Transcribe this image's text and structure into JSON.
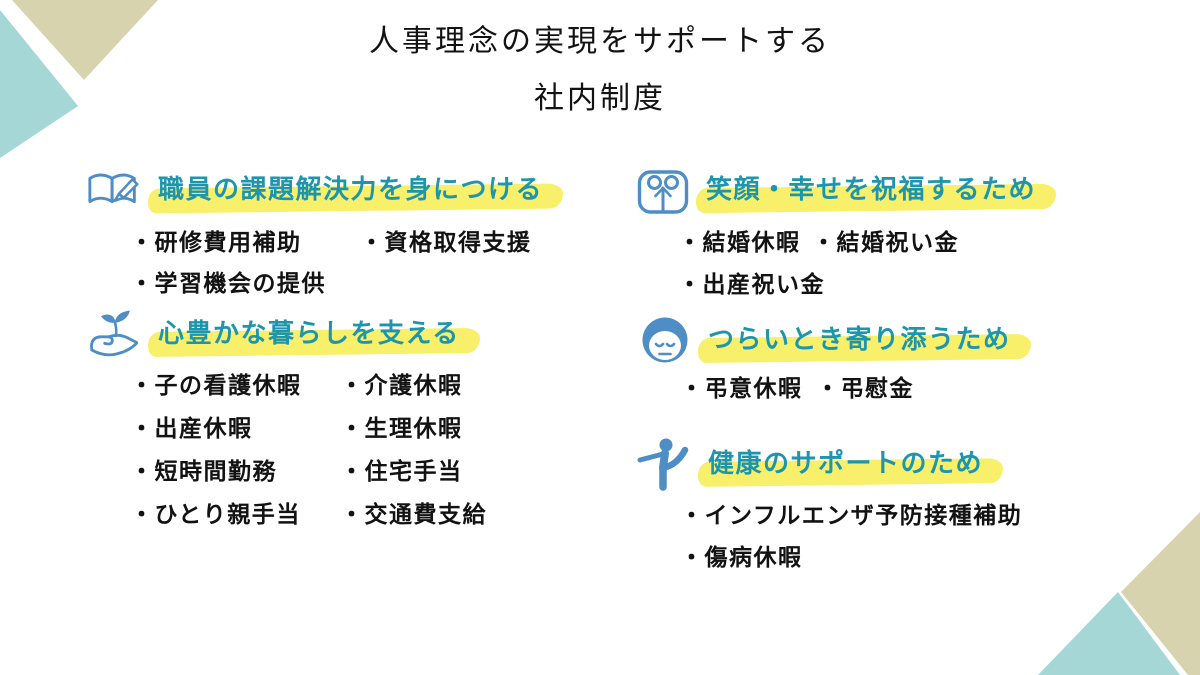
{
  "title": {
    "line1": "人事理念の実現をサポートする",
    "line2": "社内制度"
  },
  "colors": {
    "corner_teal": "#a5d7d7",
    "corner_beige": "#d6d3ae",
    "accent_teal": "#1d96ad",
    "highlight_yellow": "#f8ef6a",
    "icon_blue": "#4e8ec4",
    "text_dark": "#121212"
  },
  "sections": [
    {
      "icon": "book-pencil-icon",
      "heading": "職員の課題解決力を身につける",
      "rows": [
        [
          "・研修費用補助",
          "・資格取得支援"
        ],
        [
          "・学習機会の提供"
        ]
      ]
    },
    {
      "icon": "hand-sprout-icon",
      "heading": "心豊かな暮らしを支える",
      "rows": [
        [
          "・子の看護休暇",
          "・介護休暇"
        ],
        [
          "・出産休暇",
          "・生理休暇"
        ],
        [
          "・短時間勤務",
          "・住宅手当"
        ],
        [
          "・ひとり親手当",
          "・交通費支給"
        ]
      ]
    },
    {
      "icon": "gift-icon",
      "heading": "笑顔・幸せを祝福するため",
      "rows": [
        [
          "・結婚休暇",
          "・結婚祝い金"
        ],
        [
          "・出産祝い金"
        ]
      ]
    },
    {
      "icon": "person-down-icon",
      "heading": "つらいとき寄り添うため",
      "rows": [
        [
          "・弔意休暇",
          "・弔慰金"
        ]
      ]
    },
    {
      "icon": "yoga-icon",
      "heading": "健康のサポートのため",
      "rows": [
        [
          "・インフルエンザ予防接種補助"
        ],
        [
          "・傷病休暇"
        ]
      ]
    }
  ]
}
